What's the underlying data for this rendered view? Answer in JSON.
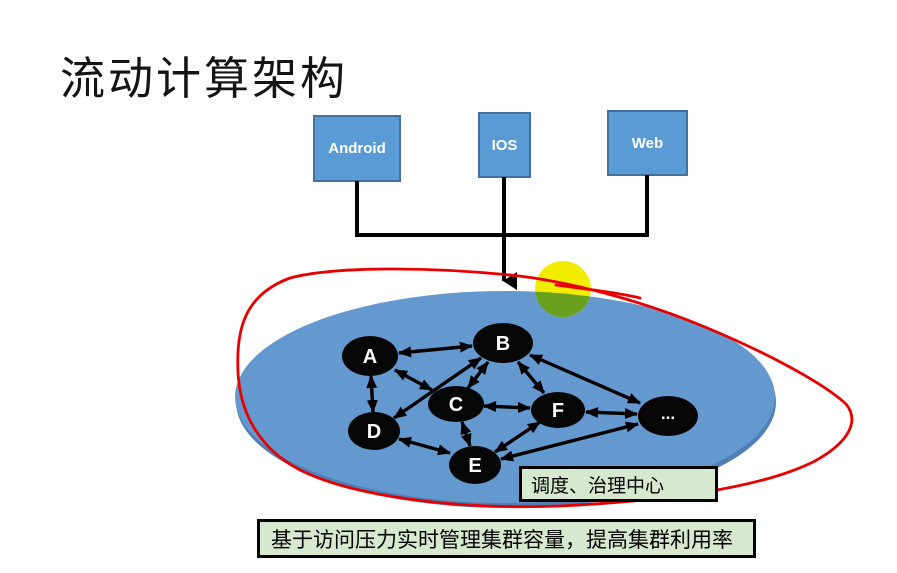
{
  "title": "流动计算架构",
  "clients": [
    {
      "label": "Android"
    },
    {
      "label": "IOS"
    },
    {
      "label": "Web"
    }
  ],
  "cluster": {
    "nodes": [
      {
        "label": "A"
      },
      {
        "label": "B"
      },
      {
        "label": "C"
      },
      {
        "label": "D"
      },
      {
        "label": "E"
      },
      {
        "label": "F"
      },
      {
        "label": "..."
      }
    ],
    "scheduler_label": "调度、治理中心"
  },
  "caption": "基于访问压力实时管理集群容量，提高集群利用率",
  "colors": {
    "client_box": "#5b9bd5",
    "client_box_border": "#41719c",
    "cluster_ellipse": "#6399cf",
    "cluster_ellipse_shadow": "#4f7fb5",
    "node_fill": "#060606",
    "node_text": "#ffffff",
    "connector_black": "#000000",
    "annotation_red": "#e80000",
    "highlight_yellow": "#f2ed00",
    "highlight_green": "#69a11e",
    "label_box_bg": "#d6e8ce",
    "label_box_border": "#000000"
  }
}
